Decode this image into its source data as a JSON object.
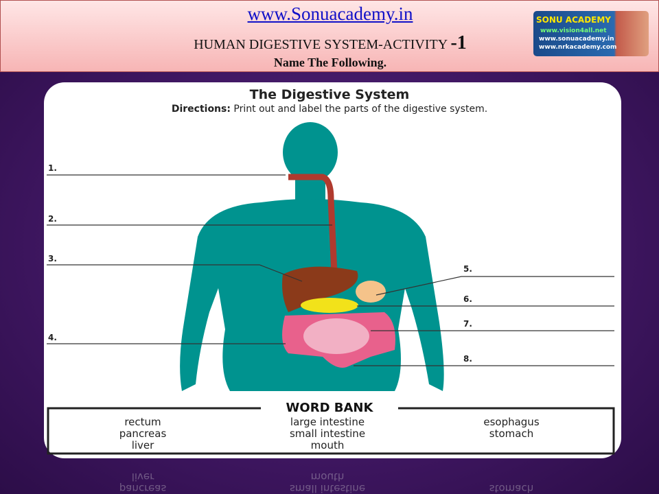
{
  "header": {
    "site": "www.Sonuacademy.in",
    "title": "HUMAN DIGESTIVE SYSTEM-ACTIVITY ",
    "title_num": "-1",
    "subtitle": "Name The Following."
  },
  "logo": {
    "name": "SONU ACADEMY",
    "urls": [
      "www.vision4all.net",
      "www.sonuacademy.in",
      "www.nrkacademy.com"
    ]
  },
  "worksheet": {
    "title": "The Digestive System",
    "directions_label": "Directions:",
    "directions": " Print out and label the parts of the digestive system.",
    "labels": [
      "1.",
      "2.",
      "3.",
      "4.",
      "5.",
      "6.",
      "7.",
      "8."
    ]
  },
  "word_bank": {
    "title": "WORD BANK",
    "columns": [
      [
        "rectum",
        "pancreas",
        "liver"
      ],
      [
        "large intestine",
        "small intestine",
        "mouth"
      ],
      [
        "esophagus",
        "stomach"
      ]
    ]
  },
  "colors": {
    "body": "#00938f",
    "esophagus": "#b03a2e",
    "liver": "#8b3a1a",
    "pancreas": "#f2e21a",
    "intestine": "#e8618c",
    "stomach": "#f5c38a",
    "background": "#4a1d70"
  }
}
